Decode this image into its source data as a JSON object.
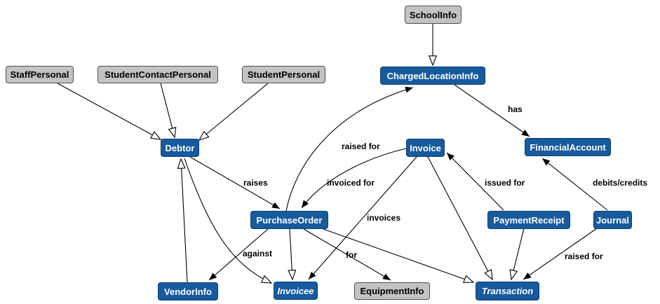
{
  "colors": {
    "entity_fill": "#175A9E",
    "entity_border": "#0F3F6F",
    "entity_text": "#FFFFFF",
    "external_fill": "#C3C3C3",
    "external_border": "#4F4F4F",
    "external_text": "#000000",
    "edge_stroke": "#000000"
  },
  "nodes": {
    "staff_personal": {
      "label": "StaffPersonal",
      "kind": "external"
    },
    "student_contact_personal": {
      "label": "StudentContactPersonal",
      "kind": "external"
    },
    "student_personal": {
      "label": "StudentPersonal",
      "kind": "external"
    },
    "school_info": {
      "label": "SchoolInfo",
      "kind": "external"
    },
    "charged_location_info": {
      "label": "ChargedLocationInfo",
      "kind": "entity"
    },
    "debtor": {
      "label": "Debtor",
      "kind": "entity"
    },
    "invoice": {
      "label": "Invoice",
      "kind": "entity"
    },
    "financial_account": {
      "label": "FinancialAccount",
      "kind": "entity"
    },
    "purchase_order": {
      "label": "PurchaseOrder",
      "kind": "entity"
    },
    "payment_receipt": {
      "label": "PaymentReceipt",
      "kind": "entity"
    },
    "journal": {
      "label": "Journal",
      "kind": "entity"
    },
    "vendor_info": {
      "label": "VendorInfo",
      "kind": "entity"
    },
    "invoicee": {
      "label": "Invoicee",
      "kind": "entity",
      "abstract": true
    },
    "equipment_info": {
      "label": "EquipmentInfo",
      "kind": "external"
    },
    "transaction": {
      "label": "Transaction",
      "kind": "entity",
      "abstract": true
    }
  },
  "edges": [
    {
      "from": "StaffPersonal",
      "to": "Debtor",
      "type": "generalization",
      "label": ""
    },
    {
      "from": "StudentContactPersonal",
      "to": "Debtor",
      "type": "generalization",
      "label": ""
    },
    {
      "from": "StudentPersonal",
      "to": "Debtor",
      "type": "generalization",
      "label": ""
    },
    {
      "from": "SchoolInfo",
      "to": "ChargedLocationInfo",
      "type": "generalization",
      "label": ""
    },
    {
      "from": "ChargedLocationInfo",
      "to": "FinancialAccount",
      "type": "association",
      "label": "has"
    },
    {
      "from": "PurchaseOrder",
      "to": "ChargedLocationInfo",
      "type": "association",
      "label": "raised for"
    },
    {
      "from": "Invoice",
      "to": "PurchaseOrder",
      "type": "association",
      "label": "invoiced for"
    },
    {
      "from": "Debtor",
      "to": "PurchaseOrder",
      "type": "association",
      "label": "raises"
    },
    {
      "from": "Invoice",
      "to": "Invoicee",
      "type": "association",
      "label": "invoices"
    },
    {
      "from": "PaymentReceipt",
      "to": "Invoice",
      "type": "association",
      "label": "issued for"
    },
    {
      "from": "Journal",
      "to": "FinancialAccount",
      "type": "association",
      "label": "debits/credits"
    },
    {
      "from": "Journal",
      "to": "Transaction",
      "type": "association",
      "label": "raised for"
    },
    {
      "from": "PurchaseOrder",
      "to": "VendorInfo",
      "type": "association",
      "label": "against"
    },
    {
      "from": "PurchaseOrder",
      "to": "EquipmentInfo",
      "type": "association",
      "label": "for"
    },
    {
      "from": "PurchaseOrder",
      "to": "Invoicee",
      "type": "generalization",
      "label": ""
    },
    {
      "from": "PurchaseOrder",
      "to": "Transaction",
      "type": "generalization",
      "label": ""
    },
    {
      "from": "Invoice",
      "to": "Transaction",
      "type": "generalization",
      "label": ""
    },
    {
      "from": "PaymentReceipt",
      "to": "Transaction",
      "type": "generalization",
      "label": ""
    },
    {
      "from": "VendorInfo",
      "to": "Debtor",
      "type": "generalization",
      "label": ""
    },
    {
      "from": "Debtor",
      "to": "Invoicee",
      "type": "generalization",
      "label": ""
    }
  ]
}
